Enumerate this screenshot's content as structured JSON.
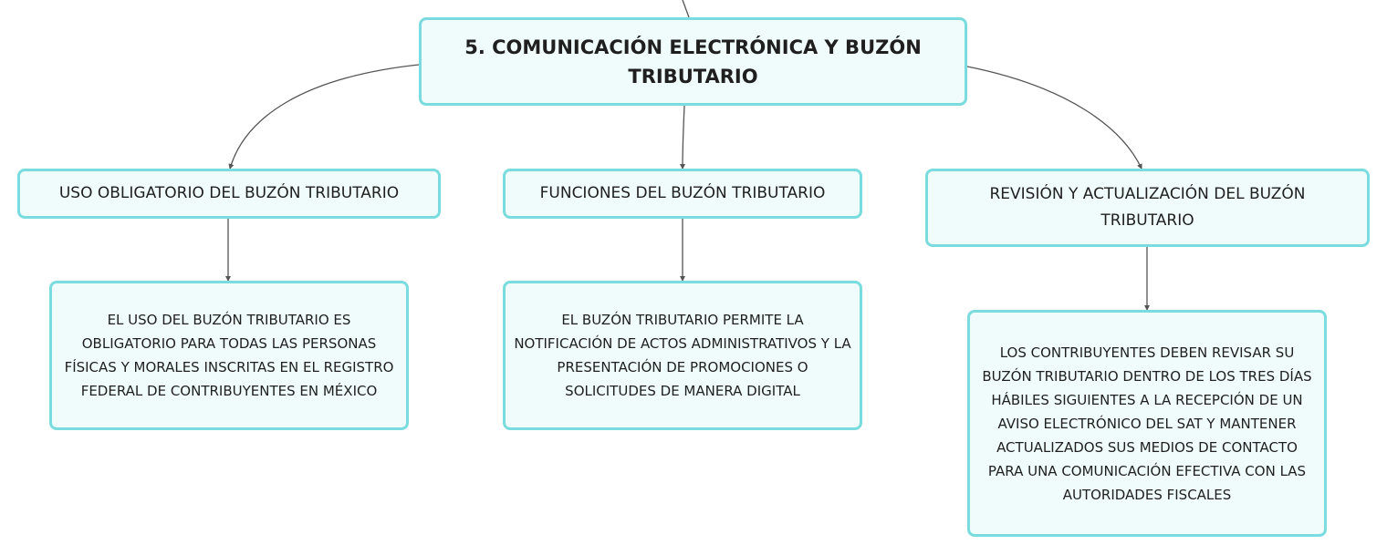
{
  "root": {
    "title": "5. COMUNICACIÓN ELECTRÓNICA Y BUZÓN TRIBUTARIO"
  },
  "branches": [
    {
      "label": "USO OBLIGATORIO DEL BUZÓN TRIBUTARIO",
      "detail": "EL USO DEL BUZÓN TRIBUTARIO ES OBLIGATORIO PARA TODAS LAS PERSONAS FÍSICAS Y MORALES INSCRITAS EN EL REGISTRO FEDERAL DE CONTRIBUYENTES EN MÉXICO"
    },
    {
      "label": "FUNCIONES DEL BUZÓN TRIBUTARIO",
      "detail": "EL BUZÓN TRIBUTARIO PERMITE LA NOTIFICACIÓN DE ACTOS ADMINISTRATIVOS Y LA PRESENTACIÓN DE PROMOCIONES O SOLICITUDES DE MANERA DIGITAL"
    },
    {
      "label": "REVISIÓN Y ACTUALIZACIÓN DEL BUZÓN TRIBUTARIO",
      "detail": "LOS CONTRIBUYENTES DEBEN REVISAR SU BUZÓN TRIBUTARIO DENTRO DE LOS TRES DÍAS HÁBILES SIGUIENTES A LA RECEPCIÓN DE UN AVISO ELECTRÓNICO DEL SAT Y MANTENER ACTUALIZADOS SUS MEDIOS DE CONTACTO PARA UNA COMUNICACIÓN EFECTIVA CON LAS AUTORIDADES FISCALES"
    }
  ],
  "colors": {
    "node_border": "#7adcdf",
    "node_fill": "#f0fcfc",
    "connector": "#555555",
    "text": "#1f1f1f"
  }
}
